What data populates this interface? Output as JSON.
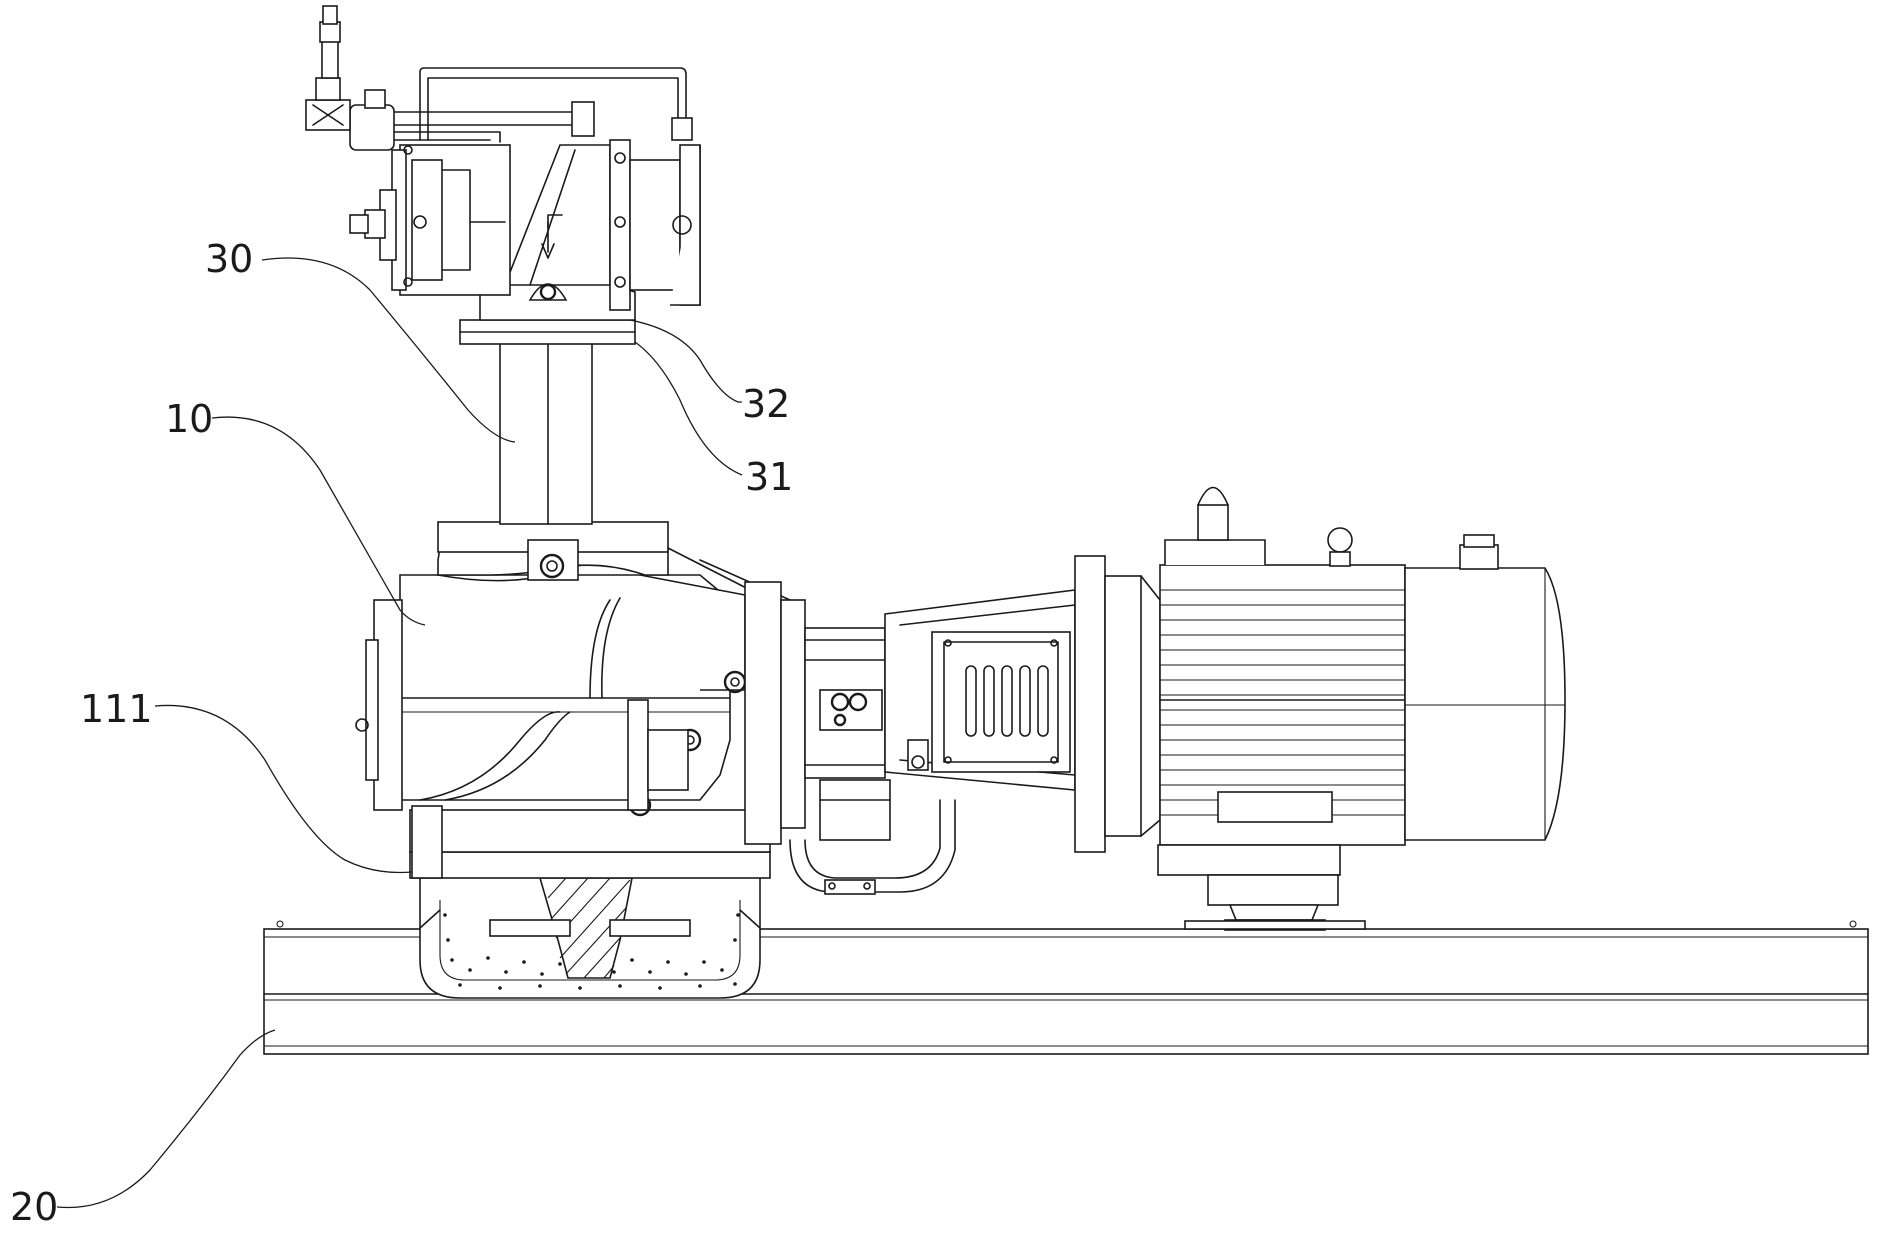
{
  "figure": {
    "background": "#ffffff",
    "stroke": "#1a1a1a"
  },
  "labels": {
    "l30": "30",
    "l10": "10",
    "l32": "32",
    "l31": "31",
    "l111": "111",
    "l20": "20"
  }
}
